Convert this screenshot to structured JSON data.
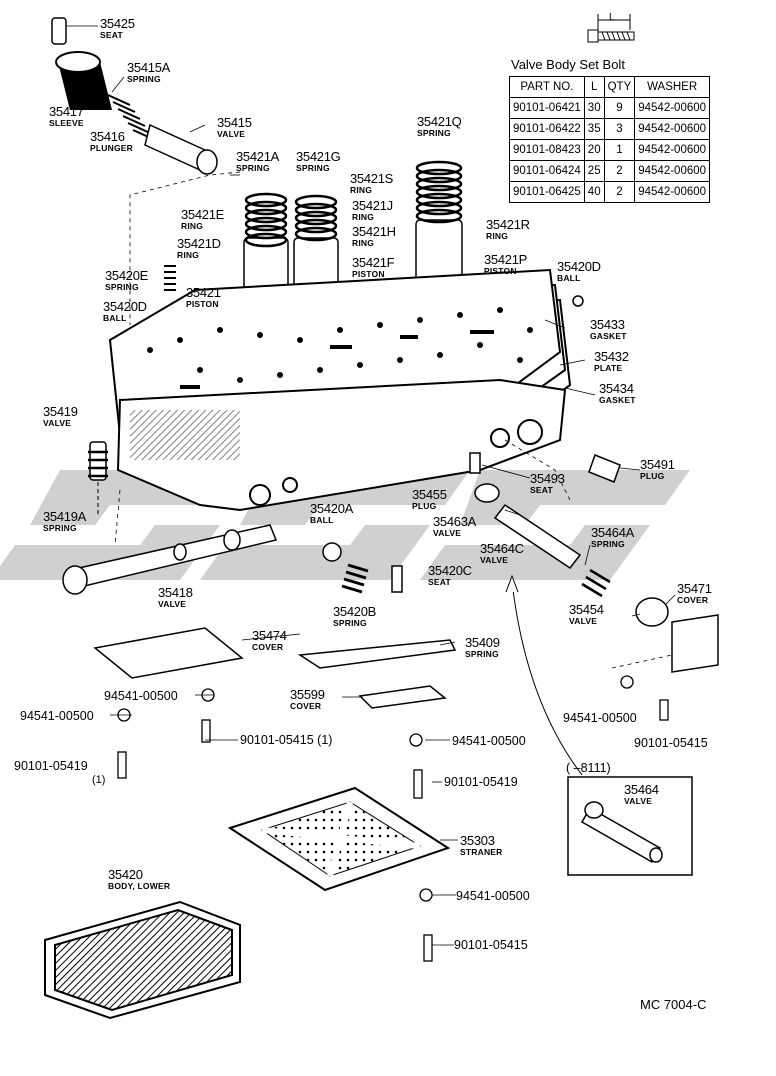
{
  "table": {
    "title": "Valve Body Set Bolt",
    "headers": [
      "PART NO.",
      "L",
      "QTY",
      "WASHER"
    ],
    "rows": [
      [
        "90101-06421",
        "30",
        "9",
        "94542-00600"
      ],
      [
        "90101-06422",
        "35",
        "3",
        "94542-00600"
      ],
      [
        "90101-08423",
        "20",
        "1",
        "94542-00600"
      ],
      [
        "90101-06424",
        "25",
        "2",
        "94542-00600"
      ],
      [
        "90101-06425",
        "40",
        "2",
        "94542-00600"
      ]
    ],
    "dim_label": "L"
  },
  "parts": {
    "p35425": {
      "no": "35425",
      "name": "SEAT"
    },
    "p35415A": {
      "no": "35415A",
      "name": "SPRING"
    },
    "p35417": {
      "no": "35417",
      "name": "SLEEVE"
    },
    "p35416": {
      "no": "35416",
      "name": "PLUNGER"
    },
    "p35415": {
      "no": "35415",
      "name": "VALVE"
    },
    "p35421Q": {
      "no": "35421Q",
      "name": "SPRING"
    },
    "p35421A": {
      "no": "35421A",
      "name": "SPRING"
    },
    "p35421G": {
      "no": "35421G",
      "name": "SPRING"
    },
    "p35421S": {
      "no": "35421S",
      "name": "RING"
    },
    "p35421E": {
      "no": "35421E",
      "name": "RING"
    },
    "p35421J": {
      "no": "35421J",
      "name": "RING"
    },
    "p35421R": {
      "no": "35421R",
      "name": "RING"
    },
    "p35421D": {
      "no": "35421D",
      "name": "RING"
    },
    "p35421H": {
      "no": "35421H",
      "name": "RING"
    },
    "p35420E": {
      "no": "35420E",
      "name": "SPRING"
    },
    "p35421F": {
      "no": "35421F",
      "name": "PISTON"
    },
    "p35421P": {
      "no": "35421P",
      "name": "PISTON"
    },
    "p35420D_r": {
      "no": "35420D",
      "name": "BALL"
    },
    "p35421": {
      "no": "35421",
      "name": "PISTON"
    },
    "p35420D_l": {
      "no": "35420D",
      "name": "BALL"
    },
    "p35433": {
      "no": "35433",
      "name": "GASKET"
    },
    "p35432": {
      "no": "35432",
      "name": "PLATE"
    },
    "p35434": {
      "no": "35434",
      "name": "GASKET"
    },
    "p35419": {
      "no": "35419",
      "name": "VALVE"
    },
    "p35491": {
      "no": "35491",
      "name": "PLUG"
    },
    "p35493": {
      "no": "35493",
      "name": "SEAT"
    },
    "p35455": {
      "no": "35455",
      "name": "PLUG"
    },
    "p35419A": {
      "no": "35419A",
      "name": "SPRING"
    },
    "p35420A": {
      "no": "35420A",
      "name": "BALL"
    },
    "p35463A": {
      "no": "35463A",
      "name": "VALVE"
    },
    "p35464A": {
      "no": "35464A",
      "name": "SPRING"
    },
    "p35464C": {
      "no": "35464C",
      "name": "VALVE"
    },
    "p35418": {
      "no": "35418",
      "name": "VALVE"
    },
    "p35420C": {
      "no": "35420C",
      "name": "SEAT"
    },
    "p35471": {
      "no": "35471",
      "name": "COVER"
    },
    "p35420B": {
      "no": "35420B",
      "name": "SPRING"
    },
    "p35454": {
      "no": "35454",
      "name": "VALVE"
    },
    "p35474": {
      "no": "35474",
      "name": "COVER"
    },
    "p35409": {
      "no": "35409",
      "name": "SPRING"
    },
    "p35599": {
      "no": "35599",
      "name": "COVER"
    },
    "p35464": {
      "no": "35464",
      "name": "VALVE"
    },
    "p35303": {
      "no": "35303",
      "name": "STRANER"
    },
    "p35420": {
      "no": "35420",
      "name": "BODY, LOWER"
    }
  },
  "callouts": {
    "w1": "94541-00500",
    "w2": "94541-00500",
    "w3": "94541-00500",
    "w4": "94541-00500",
    "w5": "94541-00500",
    "b1": "90101-05415 (1)",
    "b2": "90101-05419",
    "b2q": "(1)",
    "b3": "90101-05419",
    "b4": "90101-05415",
    "b5": "90101-05415",
    "range": "(      –8111)"
  },
  "reference": "MC 7004-C"
}
